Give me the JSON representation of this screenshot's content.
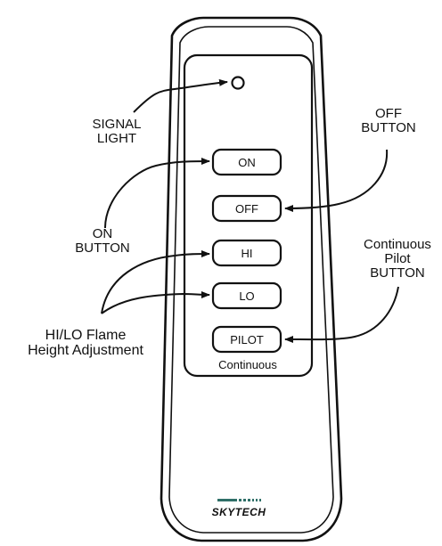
{
  "labels": {
    "signal_light": [
      "SIGNAL",
      "LIGHT"
    ],
    "off_button": [
      "OFF",
      "BUTTON"
    ],
    "on_button": [
      "ON",
      "BUTTON"
    ],
    "continuous_pilot_button": [
      "Continuous",
      "Pilot",
      "BUTTON"
    ],
    "hi_lo": [
      "HI/LO Flame",
      "Height Adjustment"
    ]
  },
  "remote": {
    "buttons": {
      "on": "ON",
      "off": "OFF",
      "hi": "HI",
      "lo": "LO",
      "pilot": "PILOT"
    },
    "continuous_caption": "Continuous",
    "brand": "SKYTECH"
  }
}
